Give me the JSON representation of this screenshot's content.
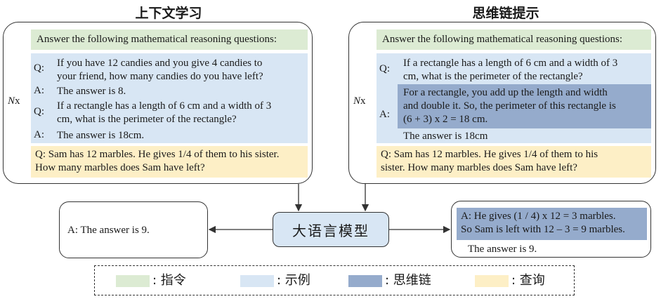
{
  "titles": {
    "left": "上下文学习",
    "right": "思维链提示"
  },
  "left_panel": {
    "instruction": "Answer the following mathematical reasoning questions:",
    "repeat_label": "N",
    "repeat_suffix": "x",
    "q1_label": "Q:",
    "q1_line1": "If you have 12 candies and you give 4 candies to",
    "q1_line2": "your friend, how many candies do you have left?",
    "a1_label": "A:",
    "a1": "The answer is 8.",
    "q2_label": "Q:",
    "q2_line1": "If a rectangle has a length of 6 cm and a width of 3",
    "q2_line2": "cm, what is the perimeter of the rectangle?",
    "a2_label": "A:",
    "a2": "The answer is 18cm.",
    "query_line1": "Q: Sam has 12 marbles. He gives 1/4 of them to his sister.",
    "query_line2": "How many marbles does Sam have left?"
  },
  "right_panel": {
    "instruction": "Answer the following mathematical reasoning questions:",
    "repeat_label": "N",
    "repeat_suffix": "x",
    "q_label": "Q:",
    "q_line1": "If a rectangle has a length of 6 cm and a width of 3",
    "q_line2": "cm, what is the perimeter of the rectangle?",
    "a_label": "A:",
    "cot_line1": "For a rectangle, you add up the length and width",
    "cot_line2": "and double it. So, the perimeter of this rectangle is",
    "cot_line3": "(6 + 3) x 2 = 18 cm.",
    "answer": "The answer is 18cm",
    "query_line1": "Q: Sam has 12 marbles. He gives 1/4 of them to his",
    "query_line2": "sister. How many marbles does Sam have left?"
  },
  "llm_label": "大语言模型",
  "left_output": "A: The answer is 9.",
  "right_output": {
    "cot_line1": "A: He gives (1 / 4) x 12 = 3 marbles.",
    "cot_line2": "So Sam is left with 12 – 3 = 9 marbles.",
    "answer": "The answer is 9."
  },
  "legend": [
    {
      "label": ": 指令",
      "color": "#dcebd3"
    },
    {
      "label": ": 示例",
      "color": "#d8e6f4"
    },
    {
      "label": ": 思维链",
      "color": "#95abcc"
    },
    {
      "label": ": 查询",
      "color": "#fdefc6"
    }
  ]
}
